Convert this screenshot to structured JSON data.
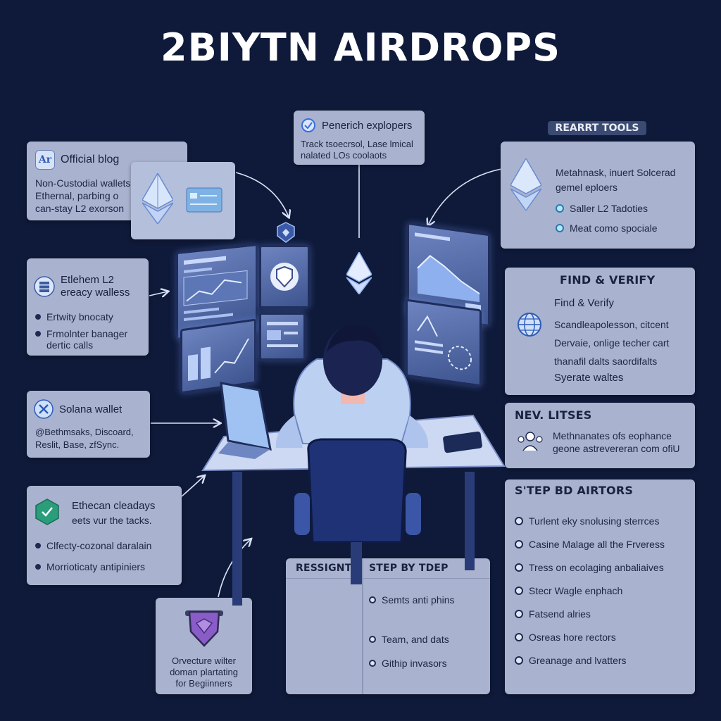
{
  "title": "2BIYTN AIRDROPS",
  "tag": "REARRT TOOLS",
  "cards": {
    "official_blog": {
      "head": "Official blog",
      "icon_label": "Ar",
      "lines": [
        "Non-Custodial wallets",
        "Ethernal, parbing o",
        "can-stay L2 exorson"
      ]
    },
    "explorers": {
      "head": "Penerich explopers",
      "lines": [
        "Track tsoecrsol, Lase lmical",
        "nalated LOs coolaots"
      ]
    },
    "metamask": {
      "lines": [
        "Metahnask, inuert Solcerad",
        "gemel eploers"
      ],
      "items": [
        "Saller L2 Tadoties",
        "Meat como spociale"
      ]
    },
    "ethereum_l2": {
      "head_lines": [
        "Etlehem L2",
        "ereacy walless"
      ],
      "items": [
        "Ertwity bnocaty",
        "Frmolnter banager"
      ],
      "extra": "dertic calls"
    },
    "find_verify": {
      "title": "FIND & VERIFY",
      "sub": "Find & Verify",
      "lines": [
        "Scandleapolesson, citcent",
        "Dervaie, onlige techer cart",
        "thanafil dalts saordifalts"
      ],
      "last": "Syerate waltes"
    },
    "solana": {
      "head": "Solana wallet",
      "lines": [
        "@Bethmsaks, Discoard,",
        "Reslit, Base, zfSync."
      ]
    },
    "new_lists": {
      "title": "NEV. LITSES",
      "lines": [
        "Methnanates ofs eophance",
        "geone astrevereran com ofiU"
      ]
    },
    "ethecan": {
      "head": "Ethecan cleadays",
      "sub": "eets vur the tacks.",
      "items": [
        "Clfecty-cozonal daralain",
        "Morrioticaty antipiniers"
      ]
    },
    "step_airdrops": {
      "title": "S'TEP BD AIRTORS",
      "items": [
        "Turlent eky snolusing sterrces",
        "Casine Malage all the Frveress",
        "Tress on ecolaging anbaliaives",
        "Stecr Wagle enphach",
        "Fatsend alries",
        "Osreas hore rectors",
        "Greanage and lvatters"
      ]
    },
    "research": {
      "col1": "RESSIGNT",
      "col2": "STEP BY TDEP",
      "items": [
        "Semts anti phins",
        "Team, and dats",
        "Githip invasors"
      ]
    },
    "beginners": {
      "lines": [
        "Orvecture wilter",
        "doman plartating",
        "for Begiinners"
      ]
    }
  },
  "colors": {
    "background": "#0f1a3a",
    "card": "#a9b3cf",
    "accent": "#3b6fd8",
    "shield": "#8a5cc7",
    "check": "#2a9d7a"
  },
  "icons": [
    "ethereum-icon",
    "shield-icon",
    "globe-icon",
    "check-shield-icon",
    "solana-x-icon",
    "wallet-stack-icon",
    "community-icon"
  ]
}
